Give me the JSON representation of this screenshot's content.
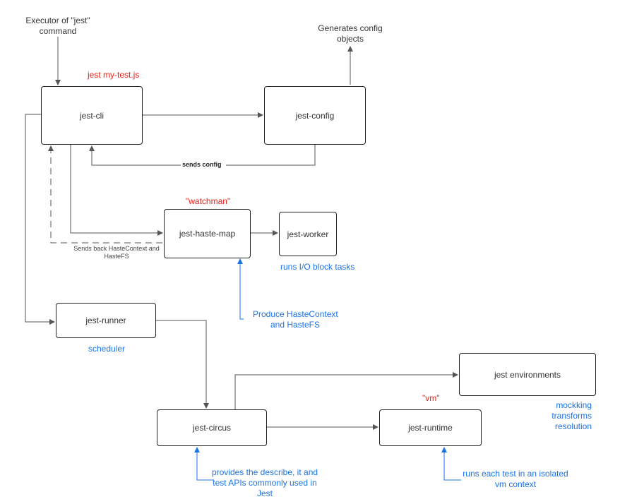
{
  "nodes": {
    "jest_cli": "jest-cli",
    "jest_config": "jest-config",
    "jest_haste_map": "jest-haste-map",
    "jest_worker": "jest-worker",
    "jest_runner": "jest-runner",
    "jest_environments": "jest environments",
    "jest_circus": "jest-circus",
    "jest_runtime": "jest-runtime"
  },
  "annotations": {
    "executor": [
      "Executor of \"jest\"",
      "command"
    ],
    "command": "jest my-test.js",
    "generates": [
      "Generates config",
      "objects"
    ],
    "sends_config": "sends config",
    "sends_back": [
      "Sends back HasteContext and",
      "HasteFS"
    ],
    "watchman": "\"watchman\"",
    "io_tasks": "runs I/O block tasks",
    "produce": [
      "Produce HasteContext",
      "and HasteFS"
    ],
    "scheduler": "scheduler",
    "vm": "\"vm\"",
    "env_notes": [
      "mockking",
      "transforms",
      "resolution"
    ],
    "circus_note": [
      "provides the describe, it and",
      "test APIs commonly used in",
      "Jest"
    ],
    "runtime_note": [
      "runs each test in an isolated",
      "vm context"
    ]
  },
  "colors": {
    "line": "#555555",
    "box_border": "#222222",
    "red_label": "#e8211b",
    "blue_label": "#1a73e8",
    "blue_line": "#1a73e8"
  }
}
